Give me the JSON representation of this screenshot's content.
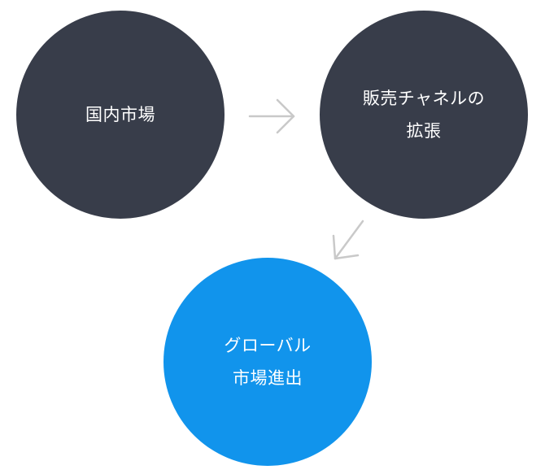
{
  "diagram": {
    "nodes": [
      {
        "id": "domestic",
        "lines": [
          "国内市場"
        ],
        "color": "#383d4a"
      },
      {
        "id": "channels",
        "lines": [
          "販売チャネルの",
          "拡張"
        ],
        "color": "#383d4a"
      },
      {
        "id": "global",
        "lines": [
          "グローバル",
          "市場進出"
        ],
        "color": "#1194ec"
      }
    ],
    "edges": [
      {
        "from": "domestic",
        "to": "channels",
        "direction": "right"
      },
      {
        "from": "channels",
        "to": "global",
        "direction": "down-left"
      }
    ],
    "colors": {
      "text": "#ffffff",
      "arrow": "#c9c9c9",
      "background": "#ffffff"
    }
  }
}
